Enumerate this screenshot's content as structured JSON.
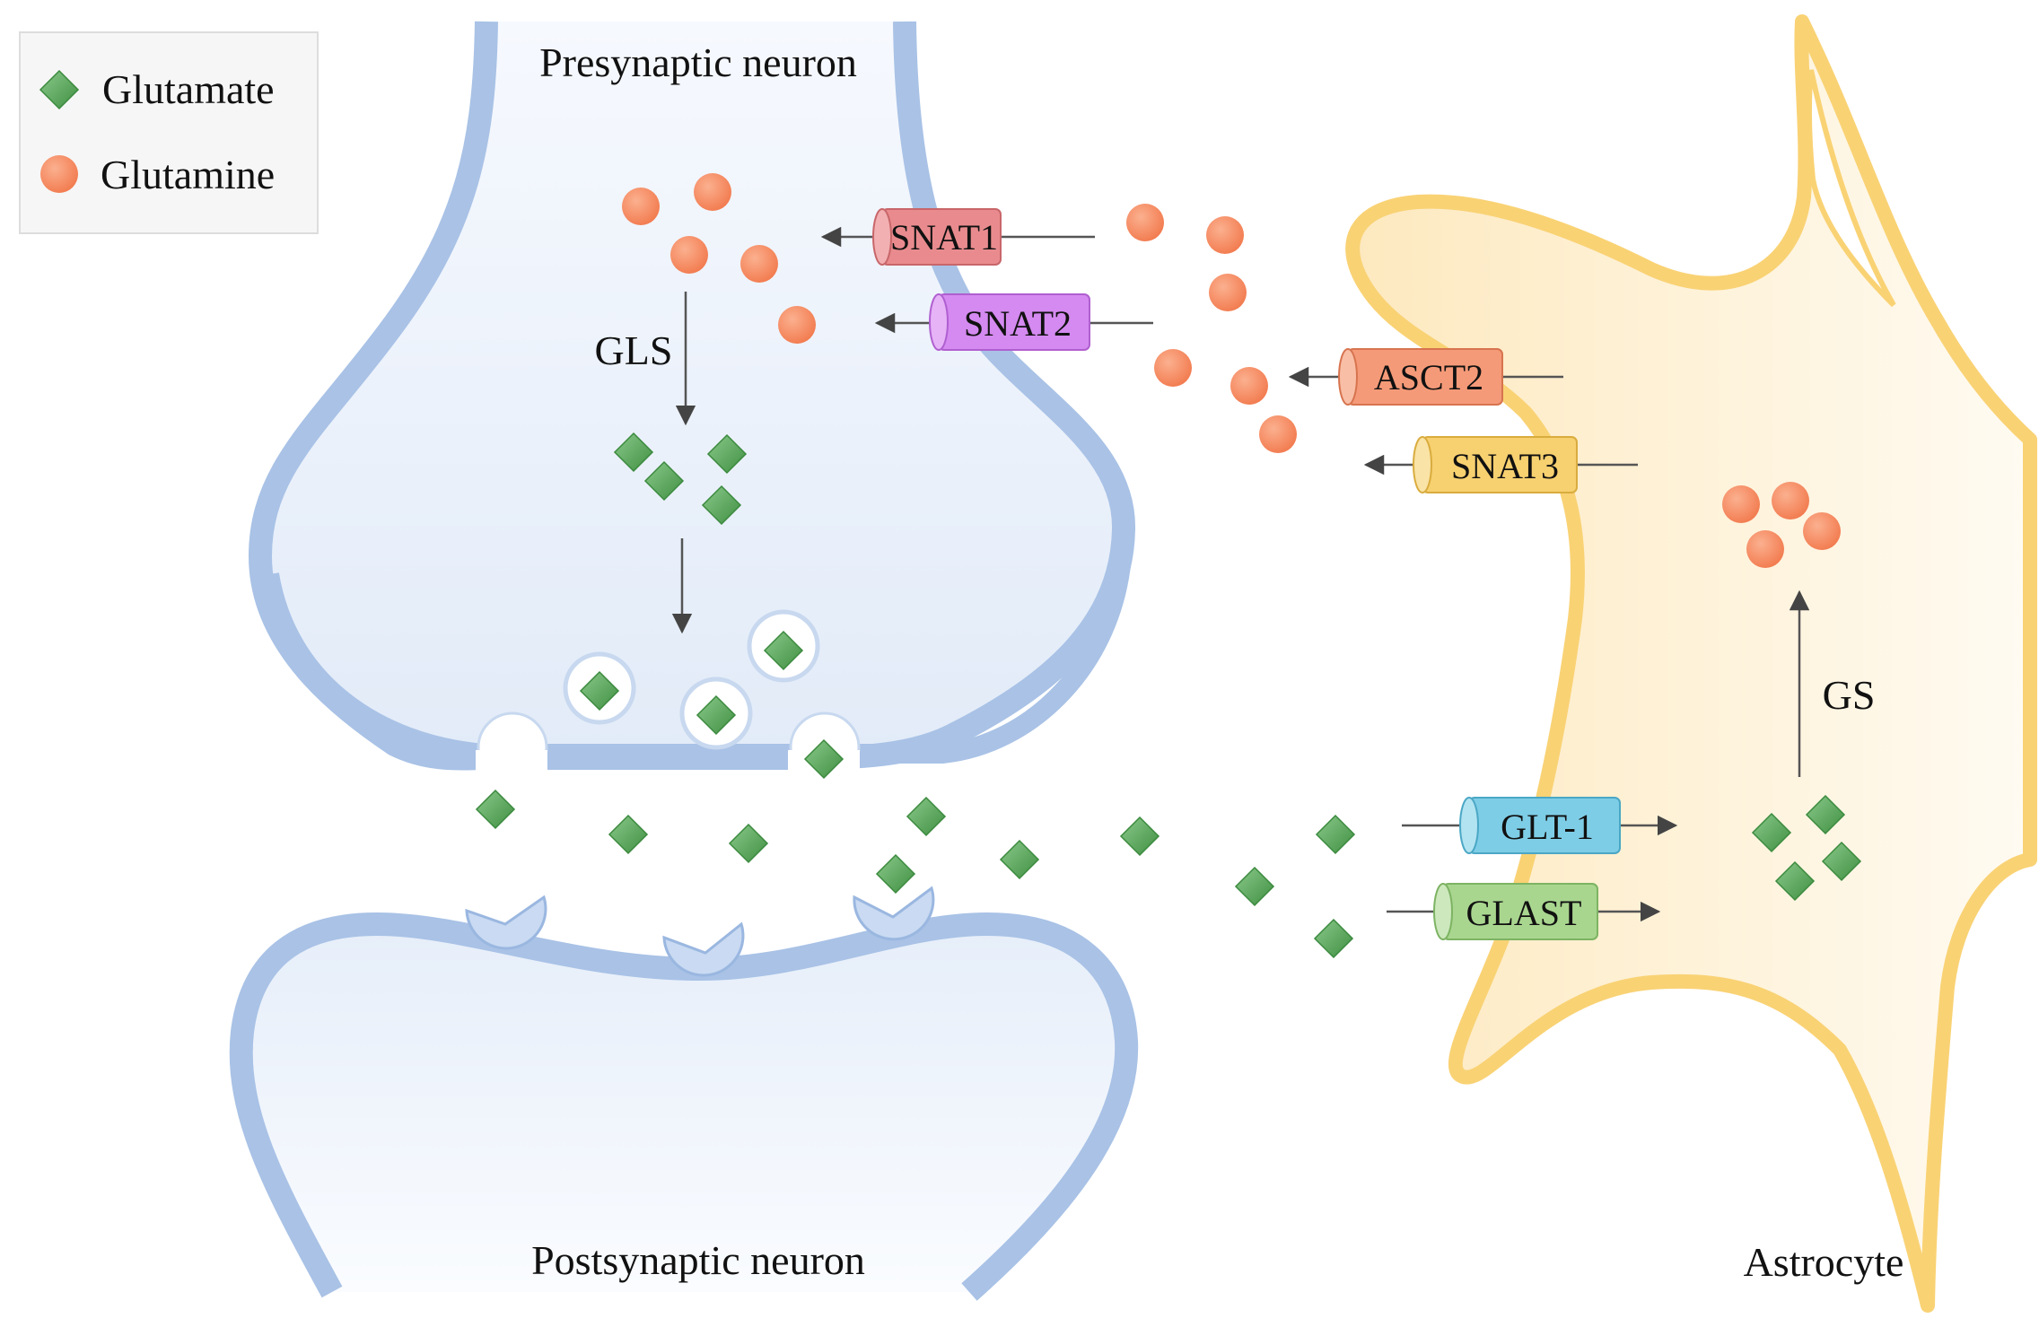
{
  "legend": {
    "items": [
      {
        "label": "Glutamate",
        "shape": "diamond"
      },
      {
        "label": "Glutamine",
        "shape": "circle"
      }
    ]
  },
  "labels": {
    "presynaptic": "Presynaptic neuron",
    "postsynaptic": "Postsynaptic neuron",
    "astrocyte": "Astrocyte",
    "gls": "GLS",
    "gs": "GS"
  },
  "transporters": [
    {
      "id": "snat1",
      "label": "SNAT1",
      "color": "#e98b8e"
    },
    {
      "id": "snat2",
      "label": "SNAT2",
      "color": "#d48af0"
    },
    {
      "id": "asct2",
      "label": "ASCT2",
      "color": "#f59a78"
    },
    {
      "id": "snat3",
      "label": "SNAT3",
      "color": "#f7d070"
    },
    {
      "id": "glt1",
      "label": "GLT-1",
      "color": "#7ecde6"
    },
    {
      "id": "glast",
      "label": "GLAST",
      "color": "#a9d68f"
    }
  ],
  "colors": {
    "glutamate": "#4c9e4c",
    "glutamine": "#f5855a",
    "neuron_membrane": "#a9c2e6",
    "neuron_fill": "#e6eef9",
    "astrocyte_membrane": "#f9d274",
    "astrocyte_fill": "#fdf2d8"
  }
}
